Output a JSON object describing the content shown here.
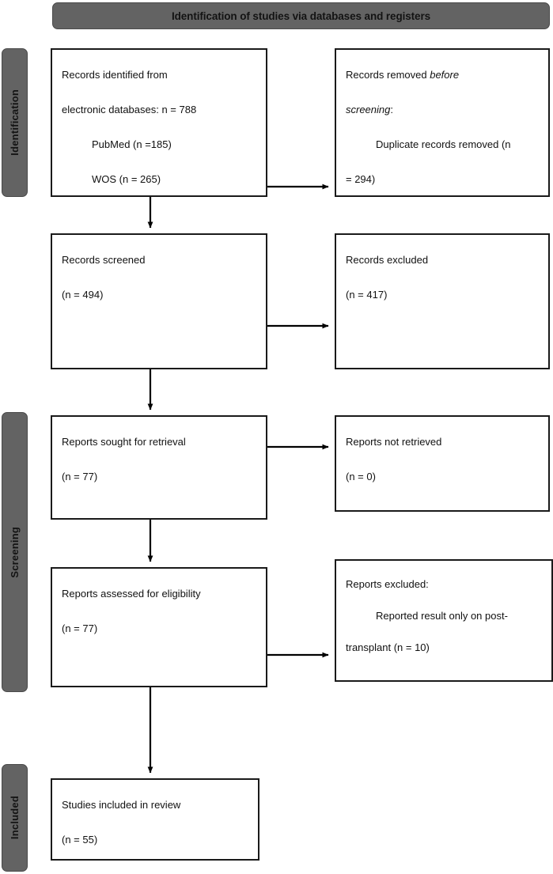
{
  "header": {
    "title": "Identification of studies via databases and registers"
  },
  "stages": [
    {
      "id": "identification",
      "label": "Identification"
    },
    {
      "id": "screening",
      "label": "Screening"
    },
    {
      "id": "included",
      "label": "Included"
    }
  ],
  "colors": {
    "stage_fill": "#636363",
    "stage_border": "#4a4a4a",
    "box_border": "#1a1a1a",
    "box_fill": "#ffffff",
    "text": "#111111",
    "connector": "#000000"
  },
  "flow": {
    "identified": {
      "line1": "Records identified from",
      "line2": "electronic databases: n = 788",
      "line3": "PubMed (n =185)",
      "line4": "WOS (n = 265)"
    },
    "removed": {
      "line1_plain": "Records removed ",
      "line1_italic": "before",
      "line2_italic": "screening",
      "line2_plain": ":",
      "line3": "Duplicate records removed (n",
      "line4": "= 294)"
    },
    "screened": {
      "line1": "Records screened",
      "line2": "(n = 494)"
    },
    "excluded_records": {
      "line1": "Records excluded",
      "line2": "(n = 417)"
    },
    "sought": {
      "line1": "Reports sought for retrieval",
      "line2": "(n = 77)"
    },
    "not_retrieved": {
      "line1": "Reports not retrieved",
      "line2": "(n = 0)"
    },
    "assessed": {
      "line1": "Reports assessed for eligibility",
      "line2": "(n = 77)"
    },
    "excluded_reports": {
      "line1": "Reports excluded:",
      "line2": "Reported result only on post-",
      "line3": "transplant (n = 10)"
    },
    "included": {
      "line1": "Studies included in review",
      "line2": "(n = 55)"
    }
  },
  "chart_data": {
    "type": "diagram",
    "title": "Identification of studies via databases and registers",
    "diagram_kind": "PRISMA flow diagram",
    "stages": [
      "Identification",
      "Screening",
      "Included"
    ],
    "nodes": [
      {
        "id": "identified",
        "stage": "Identification",
        "label": "Records identified from electronic databases",
        "n": 788,
        "sources": [
          {
            "name": "PubMed",
            "n": 185
          },
          {
            "name": "WOS",
            "n": 265
          }
        ]
      },
      {
        "id": "removed",
        "stage": "Identification",
        "label": "Records removed before screening: Duplicate records removed",
        "n": 294
      },
      {
        "id": "screened",
        "stage": "Screening",
        "label": "Records screened",
        "n": 494
      },
      {
        "id": "excluded_records",
        "stage": "Screening",
        "label": "Records excluded",
        "n": 417
      },
      {
        "id": "sought",
        "stage": "Screening",
        "label": "Reports sought for retrieval",
        "n": 77
      },
      {
        "id": "not_retrieved",
        "stage": "Screening",
        "label": "Reports not retrieved",
        "n": 0
      },
      {
        "id": "assessed",
        "stage": "Screening",
        "label": "Reports assessed for eligibility",
        "n": 77
      },
      {
        "id": "excluded_reports",
        "stage": "Screening",
        "label": "Reports excluded: Reported result only on post-transplant",
        "n": 10
      },
      {
        "id": "included",
        "stage": "Included",
        "label": "Studies included in review",
        "n": 55
      }
    ],
    "edges": [
      {
        "from": "identified",
        "to": "removed",
        "direction": "right"
      },
      {
        "from": "identified",
        "to": "screened",
        "direction": "down"
      },
      {
        "from": "screened",
        "to": "excluded_records",
        "direction": "right"
      },
      {
        "from": "screened",
        "to": "sought",
        "direction": "down"
      },
      {
        "from": "sought",
        "to": "not_retrieved",
        "direction": "right"
      },
      {
        "from": "sought",
        "to": "assessed",
        "direction": "down"
      },
      {
        "from": "assessed",
        "to": "excluded_reports",
        "direction": "right"
      },
      {
        "from": "assessed",
        "to": "included",
        "direction": "down"
      }
    ]
  }
}
